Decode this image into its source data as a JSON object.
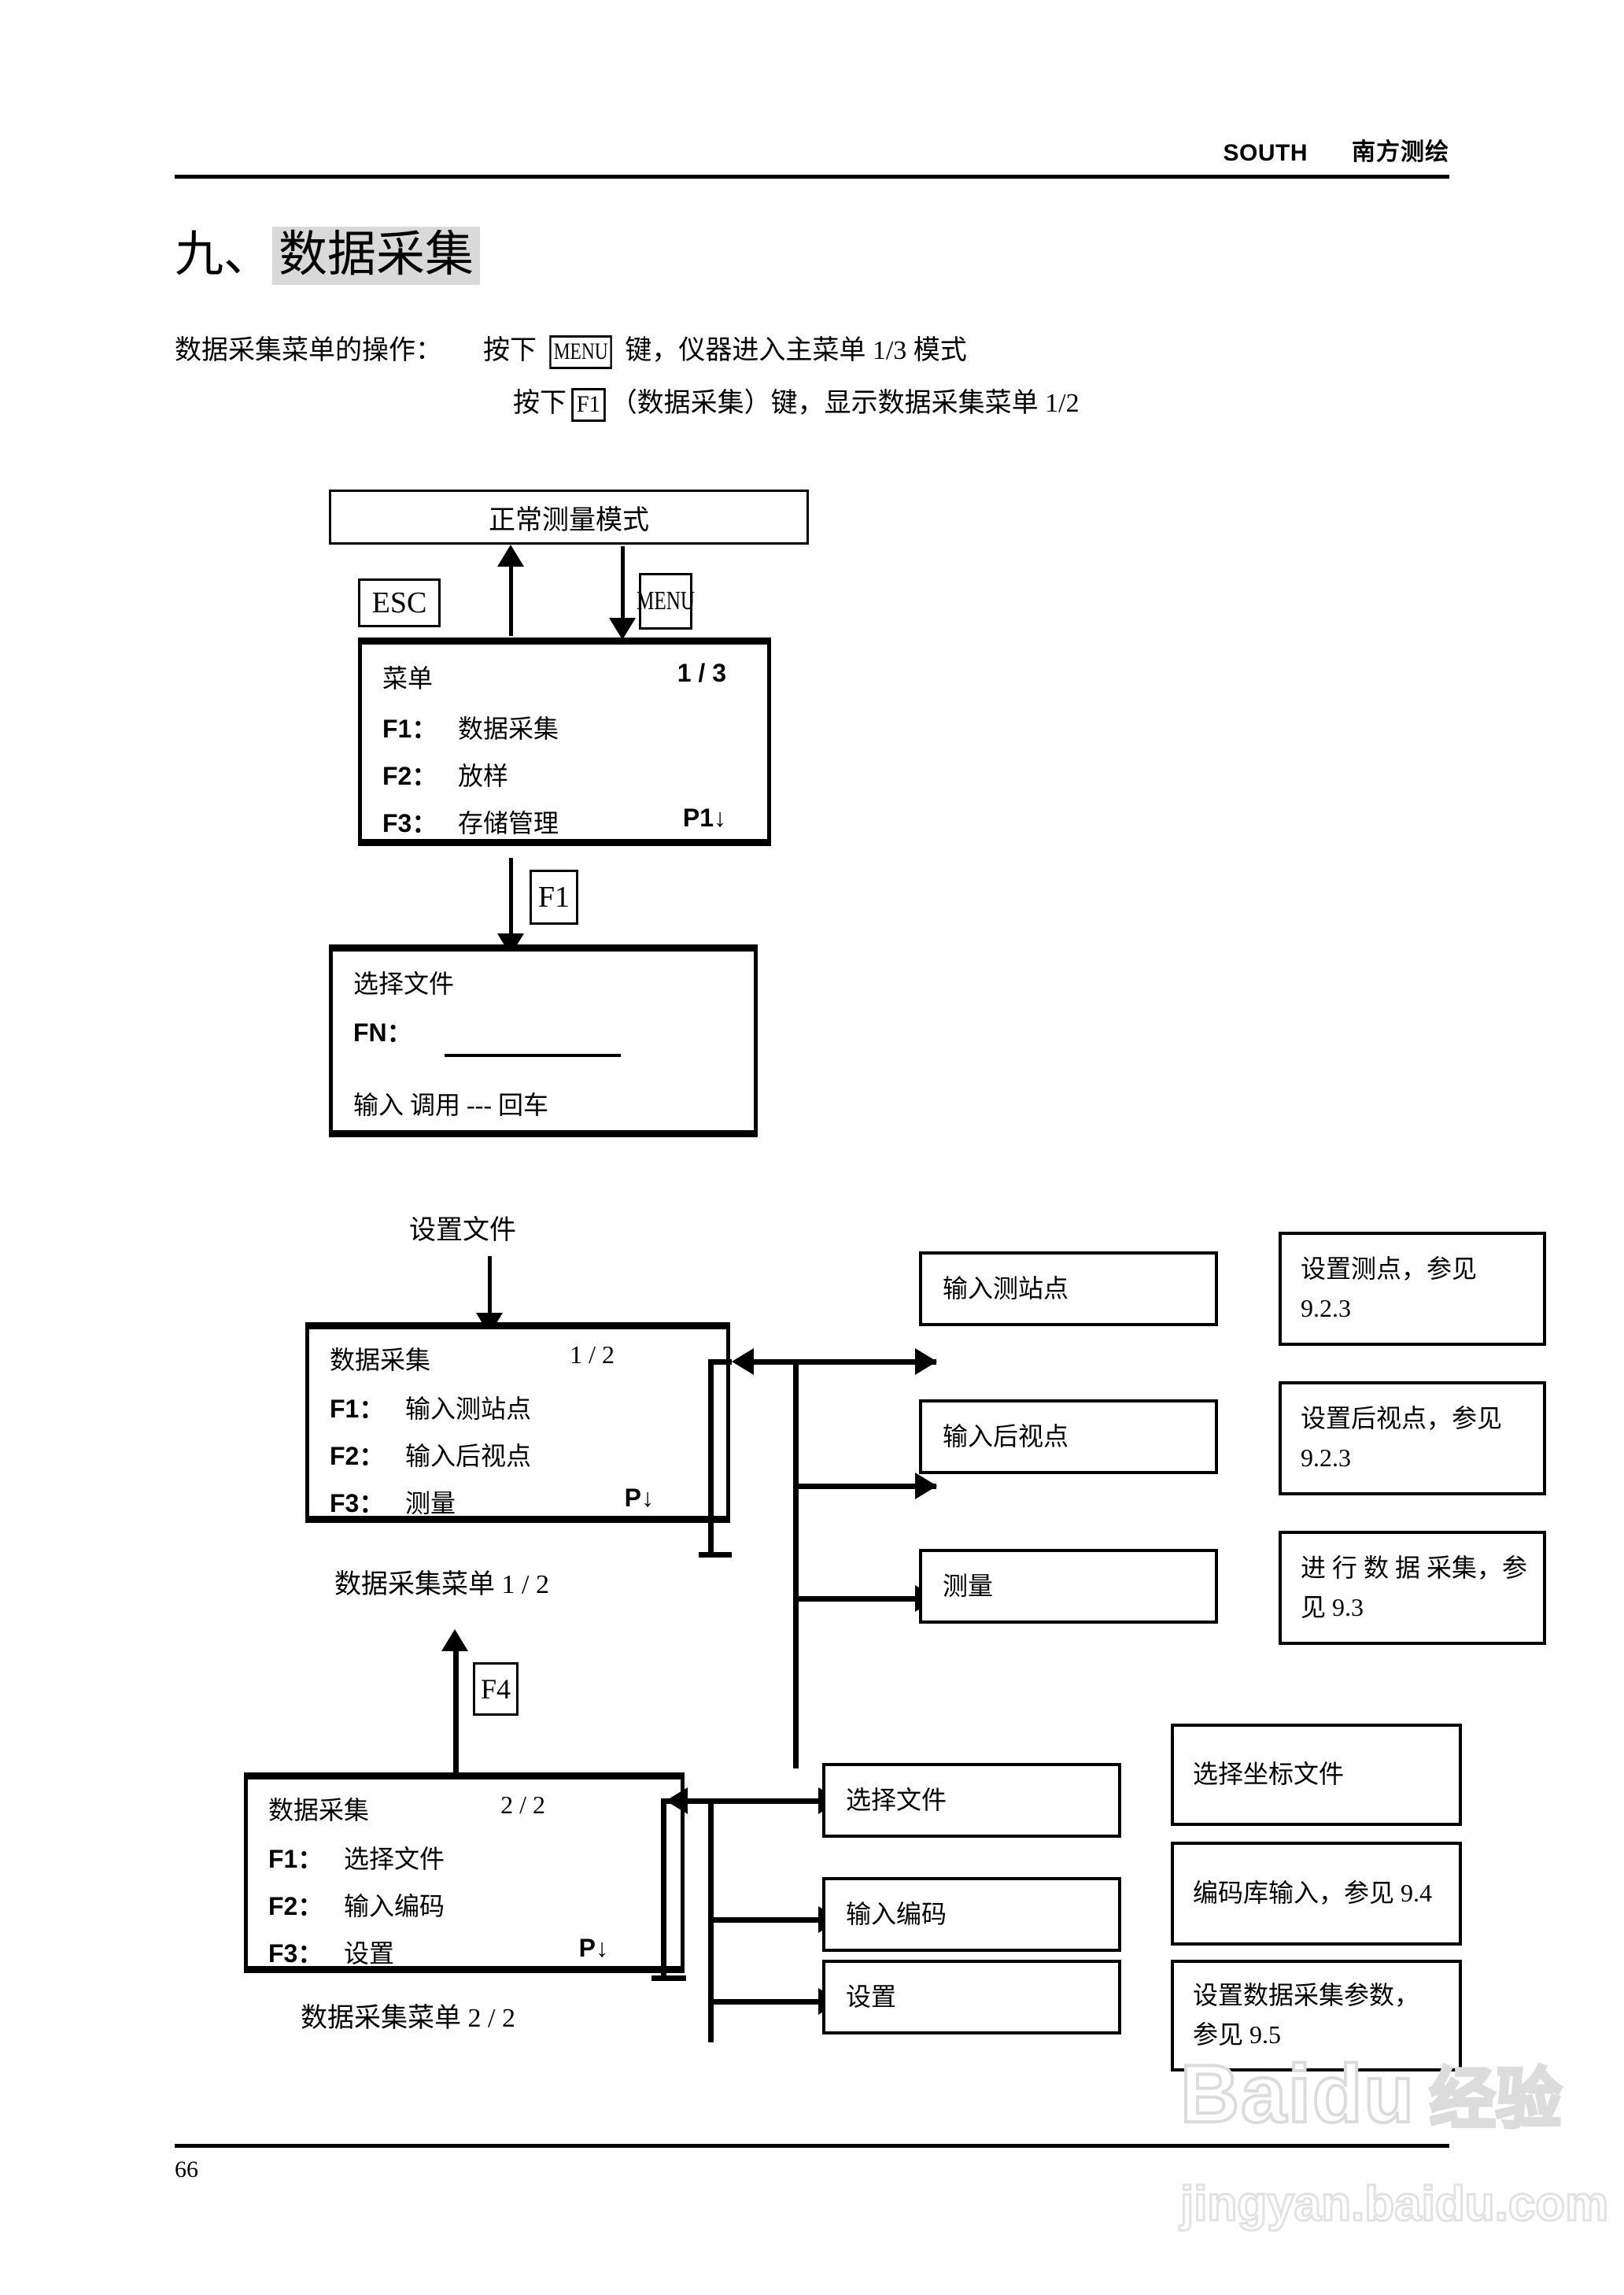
{
  "header": {
    "brand_en": "SOUTH",
    "brand_cn": "南方测绘"
  },
  "title": {
    "number": "九、",
    "highlighted": "数据采集"
  },
  "intro": {
    "lead": "数据采集菜单的操作：",
    "line1_pre": "按下",
    "line1_key": "MENU",
    "line1_post": "键，仪器进入主菜单 1/3 模式",
    "line2_pre": "按下",
    "line2_key": "F1",
    "line2_post": "（数据采集）键，显示数据采集菜单 1/2"
  },
  "diagram": {
    "normal_mode_box": "正常测量模式",
    "key_esc": "ESC",
    "key_menu": "MENU",
    "key_f1": "F1",
    "key_f4": "F4",
    "menu_1_3": {
      "title": "菜单",
      "page": "1 / 3",
      "rows": [
        {
          "key": "F1：",
          "value": "数据采集",
          "right": ""
        },
        {
          "key": "F2：",
          "value": "放样",
          "right": ""
        },
        {
          "key": "F3：",
          "value": "存储管理",
          "right": "P1↓"
        }
      ]
    },
    "select_file": {
      "title": "选择文件",
      "field_label": "FN：",
      "field_value": "",
      "softkeys": "输入 调用    ---     回车"
    },
    "set_file_label": "设置文件",
    "collect_1_2": {
      "title": "数据采集",
      "page": "1 / 2",
      "rows": [
        {
          "key": "F1：",
          "value": "输入测站点",
          "right": ""
        },
        {
          "key": "F2：",
          "value": "输入后视点",
          "right": ""
        },
        {
          "key": "F3：",
          "value": "测量",
          "right": "P↓"
        }
      ],
      "caption": "数据采集菜单 1 / 2"
    },
    "collect_2_2": {
      "title": "数据采集",
      "page": "2 / 2",
      "rows": [
        {
          "key": "F1：",
          "value": "选择文件",
          "right": ""
        },
        {
          "key": "F2：",
          "value": "输入编码",
          "right": ""
        },
        {
          "key": "F3：",
          "value": "设置",
          "right": "P↓"
        }
      ],
      "caption": "数据采集菜单 2 / 2"
    },
    "actions_upper": [
      {
        "label": "输入测站点",
        "note": "设置测点，参见 9.2.3"
      },
      {
        "label": "输入后视点",
        "note": "设置后视点，参见 9.2.3"
      },
      {
        "label": "测量",
        "note": "进 行 数 据 采集，参见 9.3"
      }
    ],
    "actions_lower": [
      {
        "label": "选择文件",
        "note": "选择坐标文件"
      },
      {
        "label": "输入编码",
        "note": "编码库输入，参见 9.4"
      },
      {
        "label": "设置",
        "note": "设置数据采集参数，参见 9.5"
      }
    ]
  },
  "footer": {
    "page_number": "66"
  },
  "watermark": {
    "main": "Baidu",
    "cn": "经验",
    "sub": "jingyan.baidu.com"
  }
}
